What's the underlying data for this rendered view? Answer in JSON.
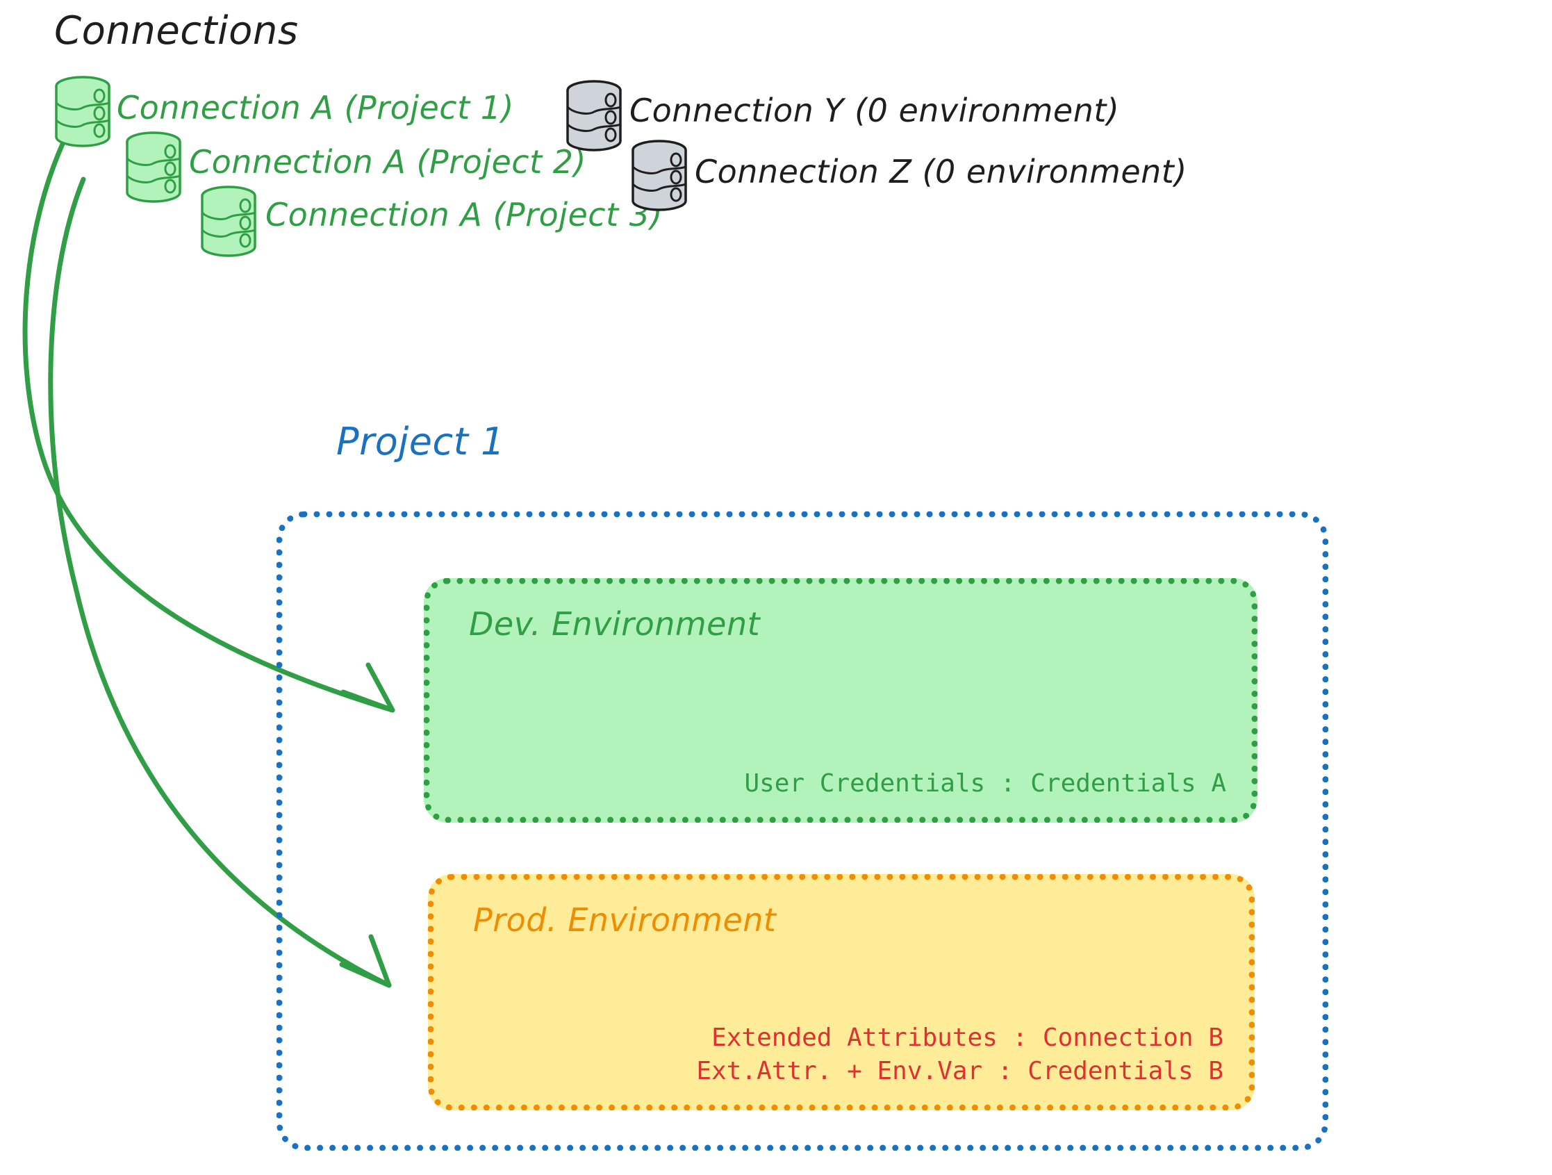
{
  "diagram": {
    "title": "Connections",
    "background": "#ffffff",
    "colors": {
      "green_stroke": "#2f9e44",
      "green_fill": "#b2f2bb",
      "gray_stroke": "#1e1e1e",
      "gray_fill": "#ced4da",
      "blue": "#1971c2",
      "orange": "#f08c00",
      "orange_fill": "#ffec99",
      "red": "#e03131",
      "black": "#1e1e1e"
    }
  },
  "connections": {
    "heading": "Connections",
    "green_items": [
      {
        "label": "Connection A (Project 1)",
        "icon": "database-icon",
        "color": "#2f9e44"
      },
      {
        "label": "Connection A (Project 2)",
        "icon": "database-icon",
        "color": "#2f9e44"
      },
      {
        "label": "Connection A (Project 3)",
        "icon": "database-icon",
        "color": "#2f9e44"
      }
    ],
    "gray_items": [
      {
        "label": "Connection Y (0 environment)",
        "icon": "database-icon",
        "color": "#1e1e1e"
      },
      {
        "label": "Connection Z (0 environment)",
        "icon": "database-icon",
        "color": "#1e1e1e"
      }
    ]
  },
  "project": {
    "title": "Project 1",
    "environments": [
      {
        "name": "Dev. Environment",
        "accent": "#2f9e44",
        "fill": "#b2f2bb",
        "lines": [
          "User Credentials : Credentials A"
        ]
      },
      {
        "name": "Prod. Environment",
        "accent": "#f08c00",
        "fill": "#ffec99",
        "lines": [
          "Extended Attributes : Connection B",
          "Ext.Attr. + Env.Var : Credentials B"
        ]
      }
    ]
  },
  "arrows": [
    {
      "name": "arrow-connection-a-to-dev",
      "from": "Connection A (Project 1)",
      "to": "Dev. Environment",
      "color": "#2f9e44"
    },
    {
      "name": "arrow-connection-a-to-prod",
      "from": "Connection A (Project 1)",
      "to": "Prod. Environment",
      "color": "#2f9e44"
    }
  ]
}
